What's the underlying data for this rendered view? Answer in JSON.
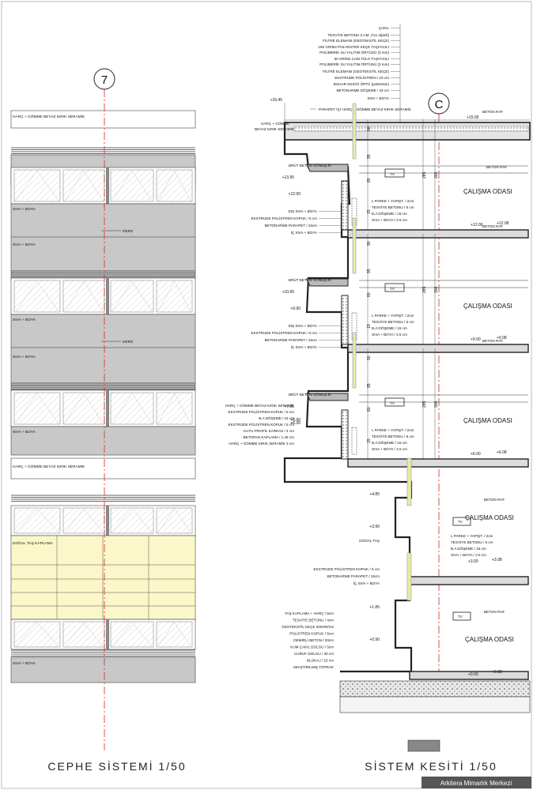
{
  "left_panel": {
    "grid_axis": "7",
    "title": "CEPHE SİSTEMİ 1/50",
    "labels": [
      "HARÇ + GÖMME BEYAZ KIRIK SERAMİK",
      "SIVA + BOYA",
      "DERZ",
      "SIVA + BOYA",
      "SIVA + BOYA",
      "DERZ",
      "SIVA + BOYA",
      "SIVA + BOYA",
      "HARÇ + GÖMME BEYAZ KIRIK SERAMİK",
      "DOĞAL TAŞ KAPLAMA",
      "SIVA + BOYA"
    ]
  },
  "right_panel": {
    "grid_axis": "C",
    "title": "SİSTEM KESİTİ 1/50",
    "roof_layers": [
      "ÇAKIL",
      "TESVİYE BETONU 3 CM, (%1 eğimli)",
      "FİLTRE ELEMANI (GEOTEKSTİL KEÇE)",
      "180 GR/M2 POLYESTER KEÇE TAŞIYICILI",
      "POLİMERİK SU YALITIM ÖRTÜSÜ    (3 mm)",
      "60 GR/M2 CAM TÜLÜ TAŞIYICILI",
      "POLİMERİK SU YALITIM ÖRTÜSÜ    (3 mm)",
      "FİLTRE ELEMANI (GEOTEKSTİL KEÇE)",
      "EKSTRUDE POLİSTREN / 10 cm",
      "BUHAR KESİCİ ÖRTÜ (polüretan)",
      "BETONARME DÖŞEME / 15 cm",
      "SIVA + BOYA"
    ],
    "parapet_label": "PARAPET İÇİ HARÇ + GÖMME BEYAZ KIRIK SERAMİK",
    "harc_label": [
      "HARÇ + GÖMME",
      "BEYAZ KIRIK SERAMİK"
    ],
    "levels": [
      "+15.45",
      "+15.00",
      "+13.95",
      "+12.90",
      "+12.00",
      "+12.08",
      "+10.95",
      "+9.90",
      "+9.00",
      "+9.08",
      "+7.95",
      "+6.90",
      "+6.00",
      "+6.08",
      "+4.85",
      "+3.90",
      "+3.00",
      "+3.08",
      "+1.85",
      "+0.90",
      "+0.00",
      "+0.08"
    ],
    "brut_label": "BRÜT BETON GÜNEŞLİK",
    "wall_layers": [
      "DIŞ SIVA + BOYA",
      "EKSTRUDE POLİSTREN KOPUK / 5 cm",
      "BETONARME PARAPET / 15cm",
      "İÇ SIVA + BOYA"
    ],
    "floor_layers": [
      "L PARKE + YAPIŞT. / 2cm",
      "TESVİYE BETONU / 6 cm",
      "B.A DÖŞEME / 15 cm",
      "SIVA + BOYA / 2.5 cm"
    ],
    "room_label": "ÇALIŞMA ODASI",
    "beton_raf": "BETON RAF",
    "tv": "TV",
    "overhang_layers": [
      "HARÇ + GÖMME BEYAZ KIRIK SERAMİK",
      "EKSTRUDE POLİSTREN KOPUK / 5 cm",
      "B.A DÖŞEME / 15 cm",
      "EKSTRUDE POLİSTREN KOPUK / 5 cm",
      "KUTU PROFİL KARKAS / 4 cm",
      "BETOPAN KAPLAMA / 1.25 cm",
      "HARÇ + GÖMME KIRIK SERAMİK 3 cm"
    ],
    "dogal_tas": "DOĞAL TAŞ",
    "wall_layers_stone": [
      "EKSTRUDE POLİSTREN KOPUK / 5 cm",
      "BETONARME PARAPET / 15cm",
      "İÇ SIVA + BOYA"
    ],
    "ground_layers": [
      "TAŞ KAPLAMA + HARÇ / 5cm",
      "TESVİYE BETONU / 4cm",
      "GEOTEKSTİL KEÇE 300GR/m2",
      "POLİSTREN KOPUK / 5cm",
      "DEMİRLİ BETON / 20cm",
      "KUM ÇAKIL DOLGU / 5cm",
      "CURUF DOLGU / 30 cm",
      "BLOKAJ / 15 cm",
      "SIKIŞTIRILMIŞ TOPRAK"
    ],
    "dims": [
      "90",
      "95",
      "80",
      "15",
      "285",
      "300"
    ]
  },
  "watermark": "Arkitera Mimarlık Merkezi"
}
